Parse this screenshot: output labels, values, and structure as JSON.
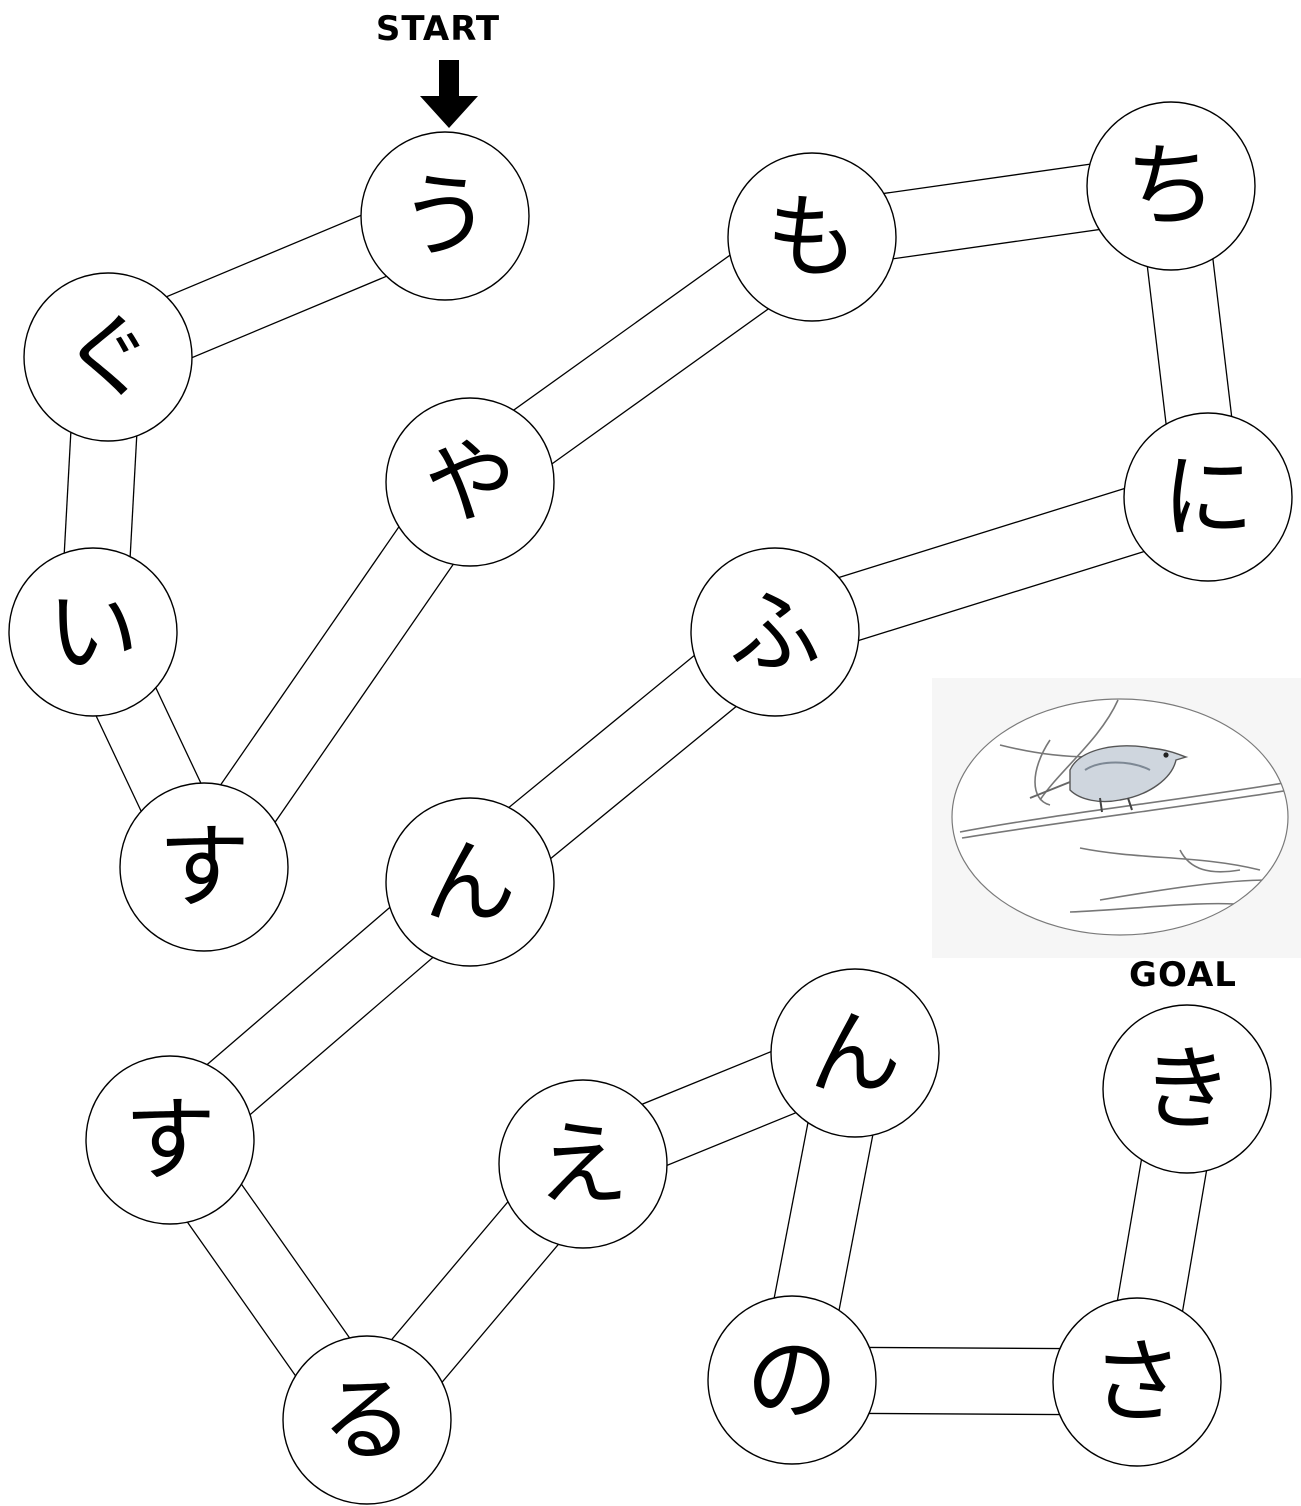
{
  "start_label": "START",
  "goal_label": "GOAL",
  "nodes": [
    {
      "id": "n1",
      "char": "う"
    },
    {
      "id": "n2",
      "char": "ぐ"
    },
    {
      "id": "n3",
      "char": "い"
    },
    {
      "id": "n4",
      "char": "す"
    },
    {
      "id": "n5",
      "char": "や"
    },
    {
      "id": "n6",
      "char": "も"
    },
    {
      "id": "n7",
      "char": "ち"
    },
    {
      "id": "n8",
      "char": "に"
    },
    {
      "id": "n9",
      "char": "ふ"
    },
    {
      "id": "n10",
      "char": "ん"
    },
    {
      "id": "n11",
      "char": "す"
    },
    {
      "id": "n12",
      "char": "る"
    },
    {
      "id": "n13",
      "char": "え"
    },
    {
      "id": "n14",
      "char": "ん"
    },
    {
      "id": "n15",
      "char": "の"
    },
    {
      "id": "n16",
      "char": "さ"
    },
    {
      "id": "n17",
      "char": "き"
    }
  ],
  "edges": [
    [
      "n1",
      "n2"
    ],
    [
      "n2",
      "n3"
    ],
    [
      "n3",
      "n4"
    ],
    [
      "n4",
      "n5"
    ],
    [
      "n5",
      "n6"
    ],
    [
      "n6",
      "n7"
    ],
    [
      "n7",
      "n8"
    ],
    [
      "n8",
      "n9"
    ],
    [
      "n9",
      "n10"
    ],
    [
      "n10",
      "n11"
    ],
    [
      "n11",
      "n12"
    ],
    [
      "n12",
      "n13"
    ],
    [
      "n13",
      "n14"
    ],
    [
      "n14",
      "n15"
    ],
    [
      "n15",
      "n16"
    ],
    [
      "n16",
      "n17"
    ]
  ],
  "illustration": "bird-on-branch-sketch",
  "colors": {
    "ink": "#000000",
    "paper": "#ffffff"
  }
}
